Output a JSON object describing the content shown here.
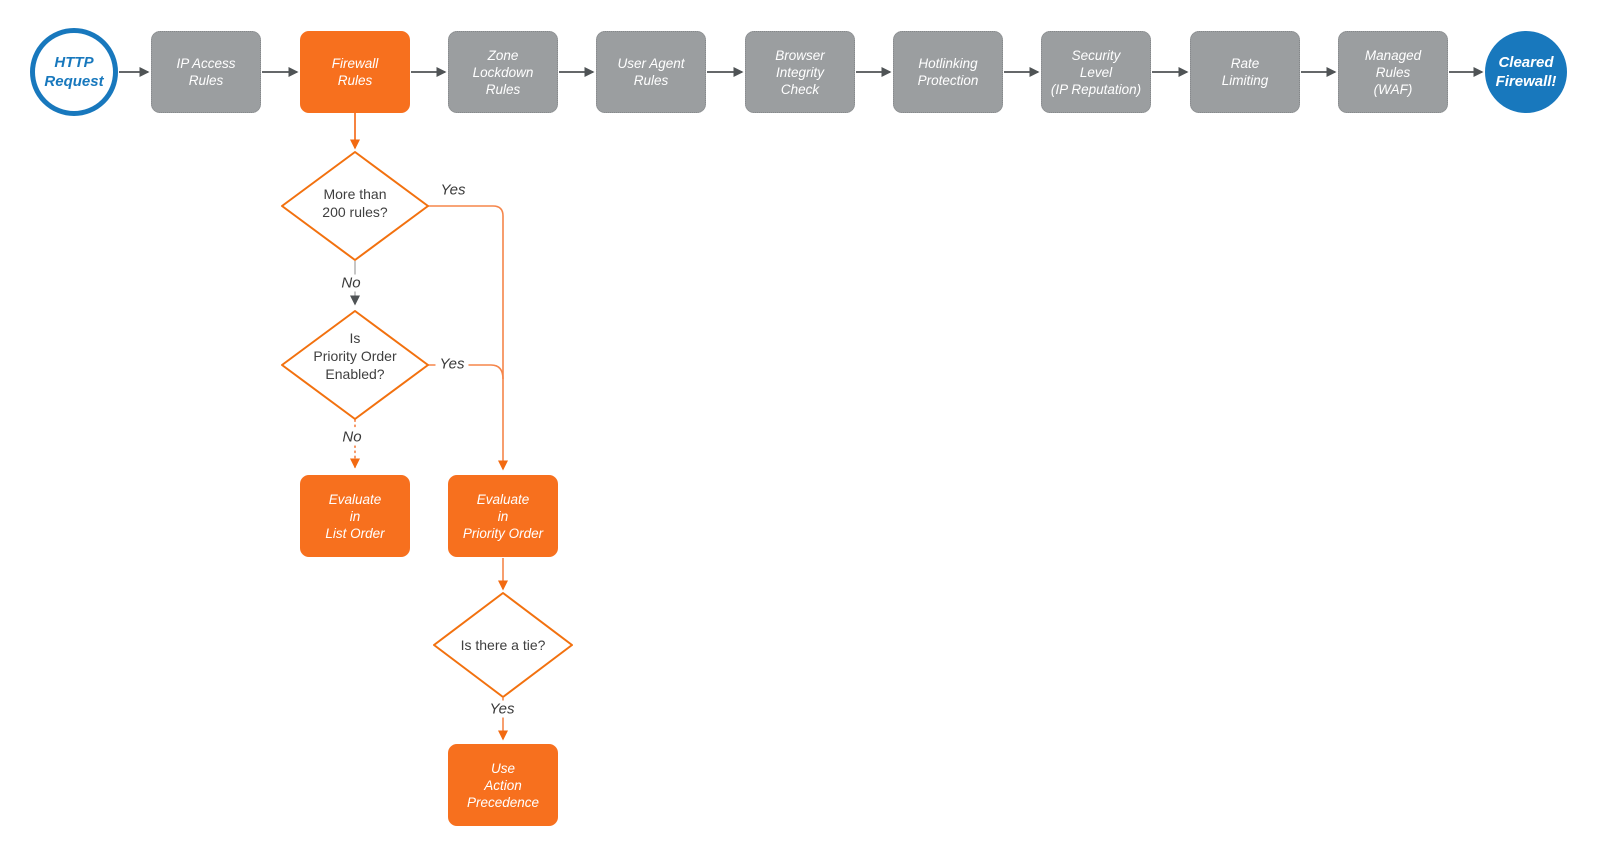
{
  "diagram": {
    "title": "HTTP request firewall evaluation flowchart",
    "colors": {
      "accent_orange": "#F7701E",
      "step_gray": "#9B9EA0",
      "brand_blue": "#1878BD",
      "connector_gray": "#4F5355",
      "connector_orange": "#F5854A",
      "text_dark": "#3F3F3F"
    },
    "start": {
      "label": "HTTP\nRequest"
    },
    "end": {
      "label": "Cleared\nFirewall!"
    },
    "pipeline": [
      {
        "label": "IP Access\nRules",
        "highlight": false
      },
      {
        "label": "Firewall\nRules",
        "highlight": true
      },
      {
        "label": "Zone\nLockdown\nRules",
        "highlight": false
      },
      {
        "label": "User Agent\nRules",
        "highlight": false
      },
      {
        "label": "Browser\nIntegrity\nCheck",
        "highlight": false
      },
      {
        "label": "Hotlinking\nProtection",
        "highlight": false
      },
      {
        "label": "Security\nLevel\n(IP Reputation)",
        "highlight": false
      },
      {
        "label": "Rate\nLimiting",
        "highlight": false
      },
      {
        "label": "Managed\nRules\n(WAF)",
        "highlight": false
      }
    ],
    "decisions": [
      {
        "label": "More than\n200 rules?"
      },
      {
        "label": "Is\nPriority Order\nEnabled?"
      },
      {
        "label": "Is there a tie?"
      }
    ],
    "actions": [
      {
        "label": "Evaluate\nin\nList Order"
      },
      {
        "label": "Evaluate\nin\nPriority Order"
      },
      {
        "label": "Use\nAction\nPrecedence"
      }
    ],
    "edges": {
      "yes_more_than_200": "Yes",
      "no_more_than_200": "No",
      "yes_priority_enabled": "Yes",
      "no_priority_enabled": "No",
      "yes_tie": "Yes"
    }
  }
}
